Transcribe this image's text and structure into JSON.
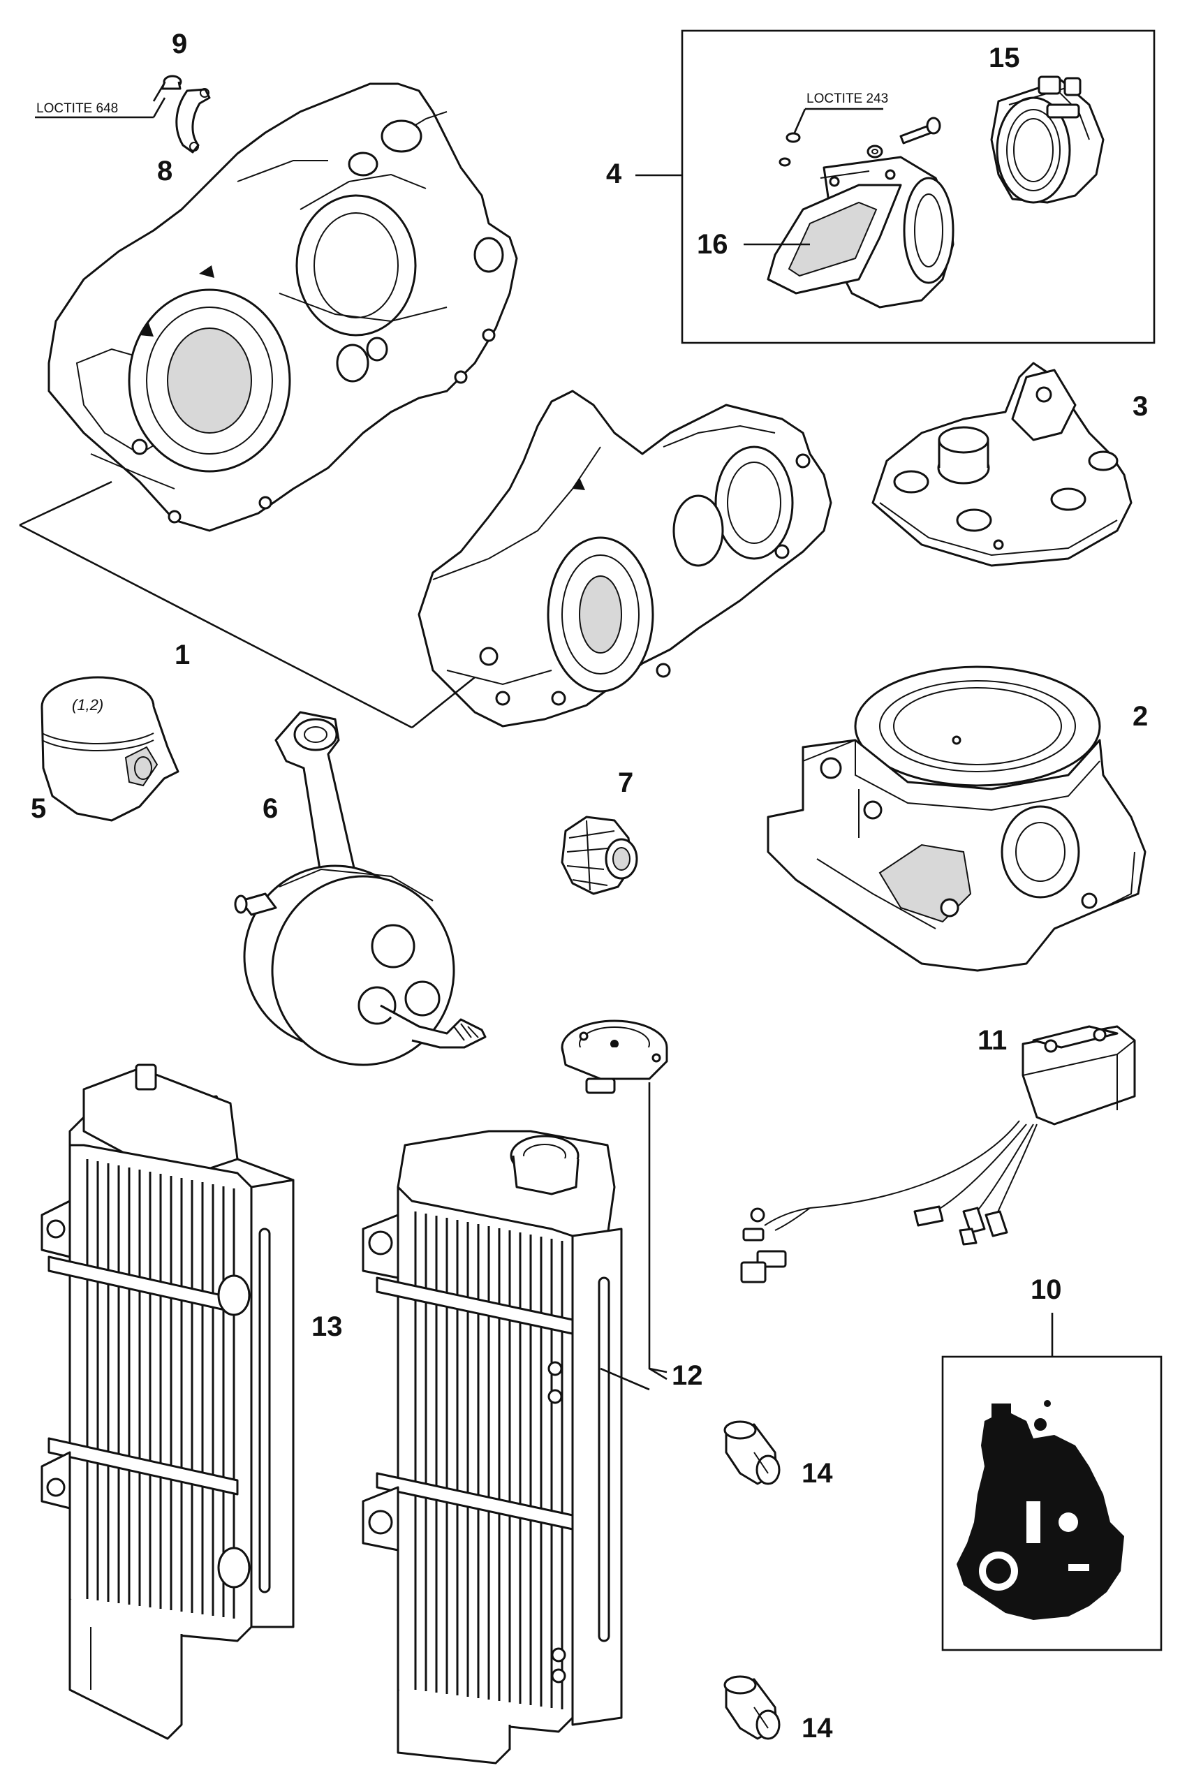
{
  "callouts": {
    "c1": "1",
    "c2": "2",
    "c3": "3",
    "c4": "4",
    "c5": "5",
    "c6": "6",
    "c7": "7",
    "c8": "8",
    "c9": "9",
    "c10": "10",
    "c11": "11",
    "c12": "12",
    "c13": "13",
    "c14a": "14",
    "c14b": "14",
    "c15": "15",
    "c16": "16"
  },
  "notes": {
    "loctite_648": "LOCTITE 648",
    "loctite_243": "LOCTITE 243",
    "piston_marking": "(1,2)"
  }
}
